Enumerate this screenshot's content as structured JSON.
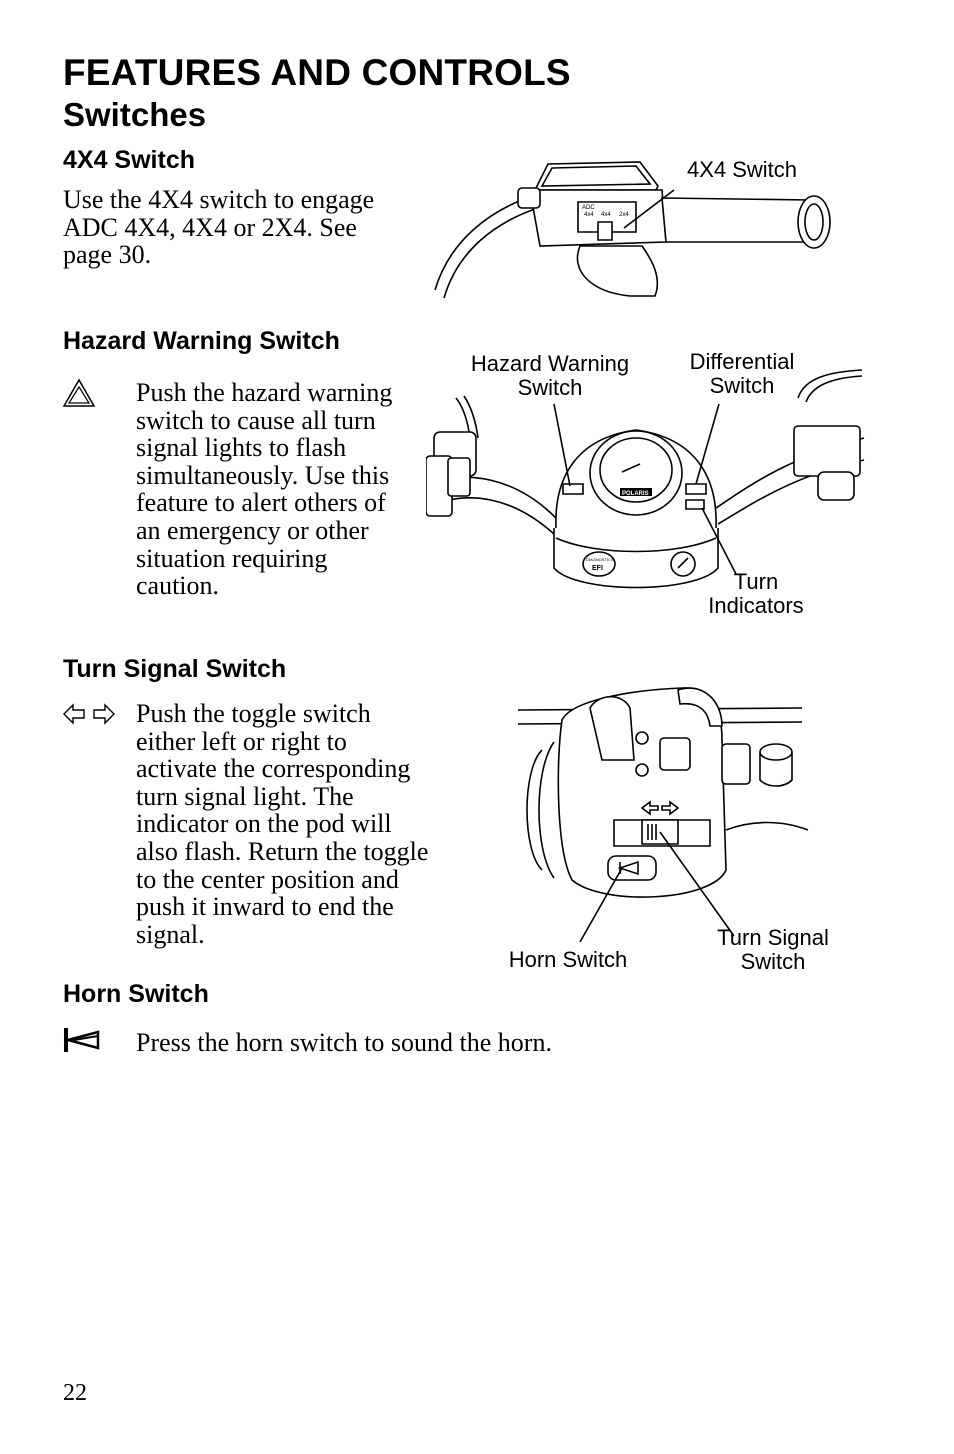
{
  "header": {
    "title": "FEATURES AND CONTROLS",
    "subtitle": "Switches"
  },
  "sections": {
    "x4": {
      "heading": "4X4 Switch",
      "body": "Use the 4X4 switch to engage ADC 4X4, 4X4 or 2X4. See page 30.",
      "figure": {
        "callout": "4X4 Switch",
        "panel_title": "ADC",
        "panel_modes": [
          "4x4",
          "4x4",
          "2x4"
        ]
      }
    },
    "hazard": {
      "heading": "Hazard Warning Switch",
      "body": "Push the hazard warning switch to cause all turn signal lights to flash simultaneously. Use this feature to alert others of an emergency or other situation requiring caution.",
      "figure": {
        "callout_hazard": "Hazard Warning Switch",
        "callout_differential": "Differential Switch",
        "callout_turn_indicators": "Turn Indicators",
        "brand": "POLARIS",
        "diag_label": "DIAGNOSTICS",
        "efi_label": "EFI"
      }
    },
    "turn_signal": {
      "heading": "Turn Signal Switch",
      "body": "Push the toggle switch either left or right to activate the corresponding turn signal light. The indicator on the pod will also flash. Return the toggle to the center position and push it inward to end the signal.",
      "figure": {
        "callout_horn": "Horn Switch",
        "callout_turn": "Turn Signal Switch"
      }
    },
    "horn": {
      "heading": "Horn Switch",
      "body": "Press the horn switch to sound the horn."
    }
  },
  "footer": {
    "page_number": "22"
  }
}
